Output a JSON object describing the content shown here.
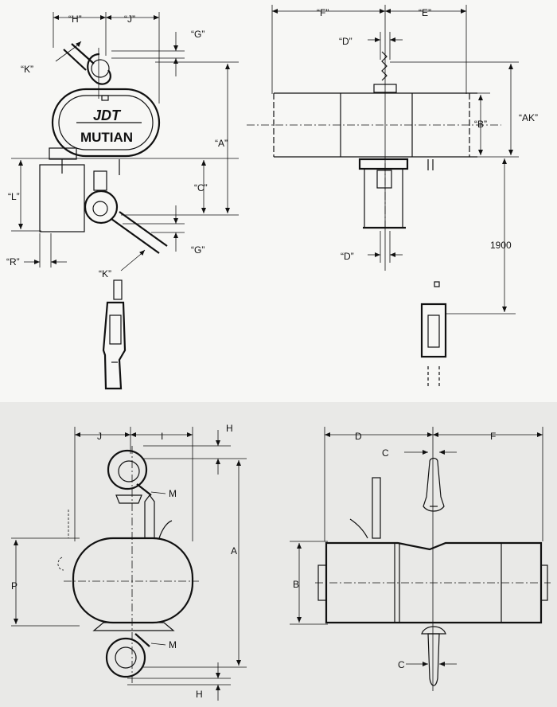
{
  "brand": {
    "line1": "JDT",
    "line2": "MUTIAN"
  },
  "top_side_labels": {
    "H": "“H”",
    "J": "“J”",
    "G_top": "“G”",
    "K_top": "“K”",
    "A": "“A”",
    "C": "“C”",
    "L": "“L”",
    "G_bot": "“G”",
    "R": "“R”",
    "K_bot": "“K”"
  },
  "top_front_labels": {
    "F": "“F”",
    "E": "“E”",
    "D_top": "“D”",
    "B": "“B”",
    "AK": "“AK”",
    "D_bot": "“D”",
    "height": "1900"
  },
  "bot_side_labels": {
    "J": "J",
    "I": "I",
    "H_top": "H",
    "M_top": "M",
    "A": "A",
    "P": "P",
    "M_bot": "M",
    "H_bot": "H"
  },
  "bot_front_labels": {
    "D": "D",
    "F": "F",
    "C_top": "C",
    "B": "B",
    "C_bot": "C"
  }
}
